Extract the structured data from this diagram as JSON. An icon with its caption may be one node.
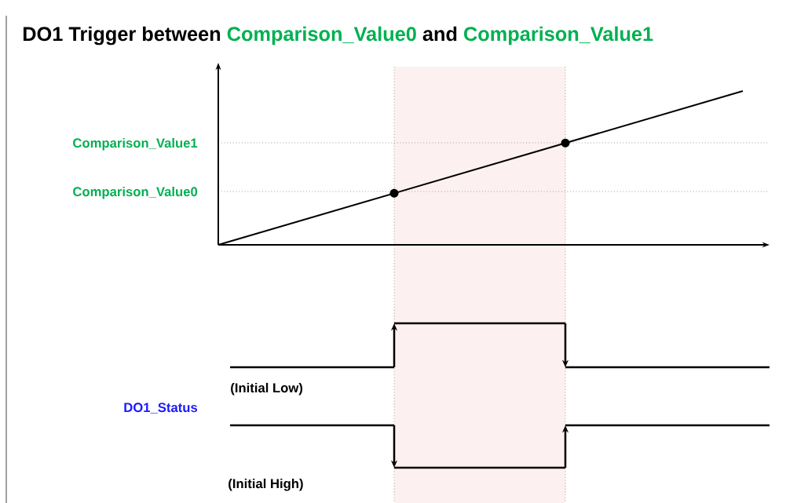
{
  "diagram": {
    "labels": [
      "DO1 Trigger between",
      "Comparison_Value0",
      "and",
      "Comparison_Value1",
      "Comparison_Value1",
      "Comparison_Value0",
      "(Initial Low)",
      "DO1_Status",
      "(Initial High)"
    ]
  }
}
